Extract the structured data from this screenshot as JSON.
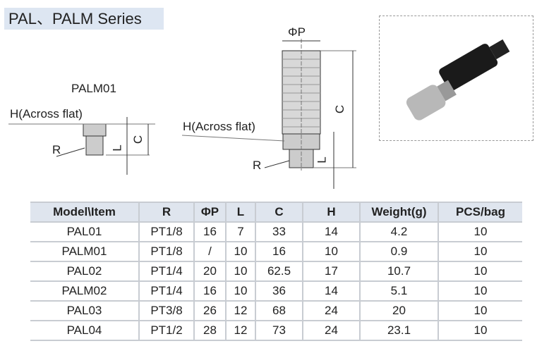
{
  "title": "PAL、PALM Series",
  "diagram": {
    "small_model": "PALM01",
    "h_label": "H(Across flat)",
    "r_label": "R",
    "l_label": "L",
    "c_label": "C",
    "p_label": "ΦP"
  },
  "table": {
    "headers": [
      "Model\\Item",
      "R",
      "ΦP",
      "L",
      "C",
      "H",
      "Weight(g)",
      "PCS/bag"
    ],
    "rows": [
      [
        "PAL01",
        "PT1/8",
        "16",
        "7",
        "33",
        "14",
        "4.2",
        "10"
      ],
      [
        "PALM01",
        "PT1/8",
        "/",
        "10",
        "16",
        "10",
        "0.9",
        "10"
      ],
      [
        "PAL02",
        "PT1/4",
        "20",
        "10",
        "62.5",
        "17",
        "10.7",
        "10"
      ],
      [
        "PALM02",
        "PT1/4",
        "16",
        "10",
        "36",
        "14",
        "5.1",
        "10"
      ],
      [
        "PAL03",
        "PT3/8",
        "26",
        "12",
        "68",
        "24",
        "20",
        "10"
      ],
      [
        "PAL04",
        "PT1/2",
        "28",
        "12",
        "73",
        "24",
        "23.1",
        "10"
      ]
    ]
  }
}
